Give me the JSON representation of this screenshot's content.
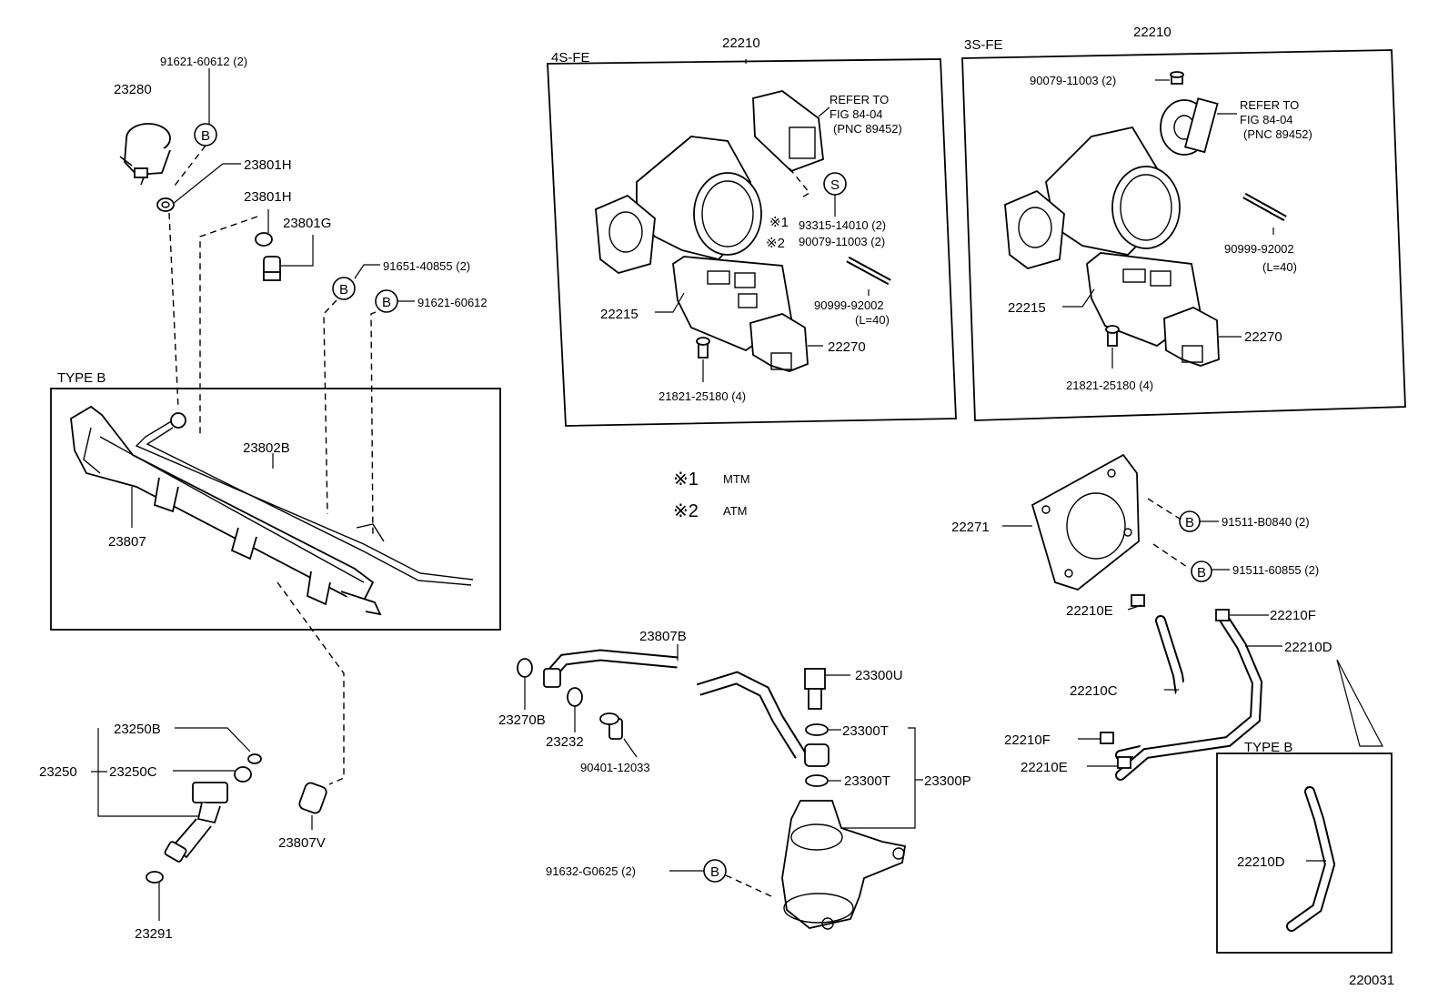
{
  "labels": {
    "p91621_60612_2": "91621-60612 (2)",
    "p23280": "23280",
    "p23801H_a": "23801H",
    "p23801H_b": "23801H",
    "p23801G": "23801G",
    "p91651_40855_2": "91651-40855 (2)",
    "p91621_60612": "91621-60612",
    "type_b_left": "TYPE B",
    "p23802B": "23802B",
    "p23807": "23807",
    "p23250B": "23250B",
    "p23250": "23250",
    "p23250C": "23250C",
    "p23807V": "23807V",
    "p23291": "23291",
    "fe4s": "4S-FE",
    "p22210_4s": "22210",
    "refer_4s_1": "REFER TO",
    "refer_4s_2": "FIG 84-04",
    "refer_4s_3": "(PNC 89452)",
    "mark1": "※1",
    "p93315": "93315-14010 (2)",
    "mark2": "※2",
    "p90079_4s": "90079-11003 (2)",
    "p90999_4s": "90999-92002",
    "l40_4s": "(L=40)",
    "p22215_4s": "22215",
    "p22270_4s": "22270",
    "p21821_4s": "21821-25180 (4)",
    "fe3s": "3S-FE",
    "p22210_3s": "22210",
    "p90079_3s": "90079-11003 (2)",
    "refer_3s_1": "REFER TO",
    "refer_3s_2": "FIG 84-04",
    "refer_3s_3": "(PNC 89452)",
    "p90999_3s": "90999-92002",
    "l40_3s": "(L=40)",
    "p22215_3s": "22215",
    "p22270_3s": "22270",
    "p21821_3s": "21821-25180 (4)",
    "legend1_mark": "※1",
    "legend1_text": "MTM",
    "legend2_mark": "※2",
    "legend2_text": "ATM",
    "p22271": "22271",
    "p91511_b0840": "91511-B0840 (2)",
    "p91511_60855": "91511-60855 (2)",
    "p22210E_a": "22210E",
    "p22210F_a": "22210F",
    "p22210D_a": "22210D",
    "p22210C": "22210C",
    "p22210F_b": "22210F",
    "p22210E_b": "22210E",
    "type_b_right": "TYPE B",
    "p22210D_b": "22210D",
    "p23807B": "23807B",
    "p23270B": "23270B",
    "p23232": "23232",
    "p90401": "90401-12033",
    "p23300U": "23300U",
    "p23300T_a": "23300T",
    "p23300T_b": "23300T",
    "p23300P": "23300P",
    "p91632": "91632-G0625 (2)",
    "fig_no": "220031",
    "b_mark": "B",
    "s_mark": "S"
  }
}
